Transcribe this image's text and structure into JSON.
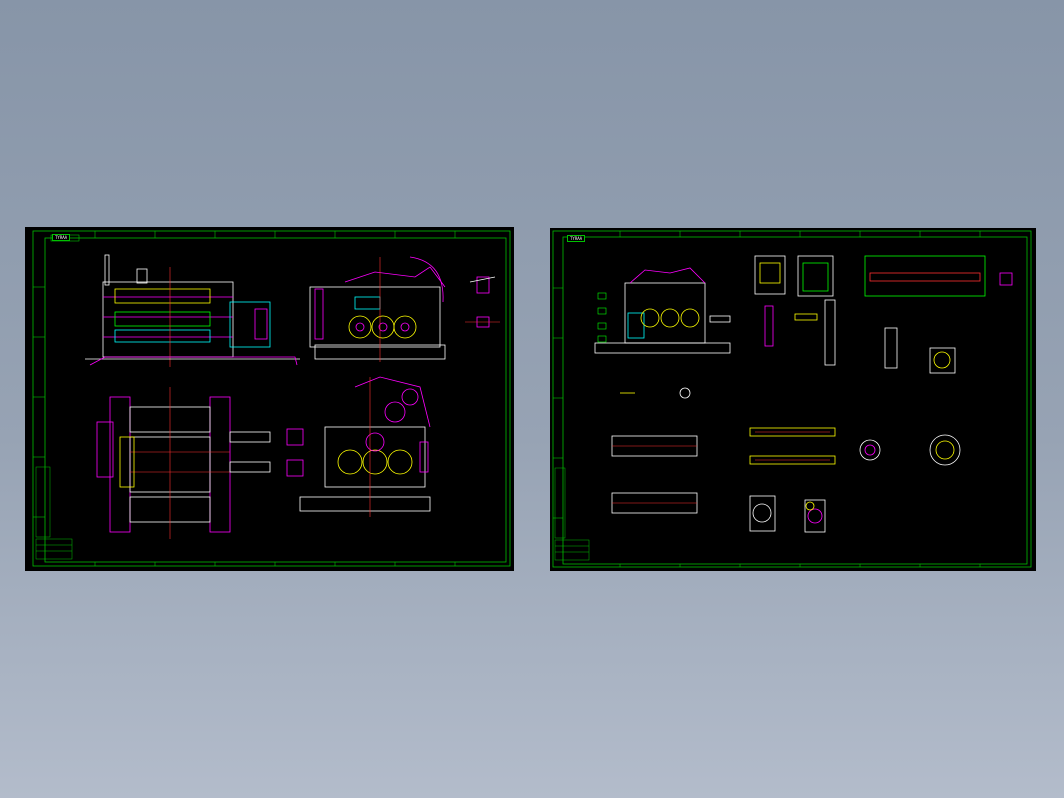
{
  "viewer": {
    "background_top": "#8795a8",
    "background_bottom": "#b3bccb"
  },
  "sheets": [
    {
      "id": "left",
      "title_tag": "TYRAA",
      "frame_color": "#00c000",
      "content": [
        "front-elevation",
        "side-elevation",
        "plan-view",
        "section-view",
        "detail-view"
      ]
    },
    {
      "id": "right",
      "title_tag": "TYRAA",
      "frame_color": "#00c000",
      "content": [
        "assembly-elevation",
        "part-details",
        "roller-details",
        "bearing-details"
      ]
    }
  ],
  "colors": {
    "sheet_bg": "#000000",
    "frame": "#00c000",
    "line_white": "#ffffff",
    "line_magenta": "#ff00ff",
    "line_yellow": "#ffff00",
    "line_cyan": "#00ffff",
    "line_red": "#ff3030",
    "line_green": "#00ff00"
  }
}
